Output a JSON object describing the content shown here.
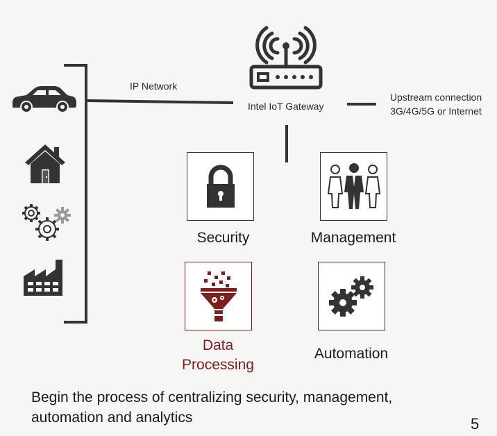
{
  "network_label": "IP Network",
  "gateway_label": "Intel IoT Gateway",
  "upstream": {
    "line1": "Upstream connection",
    "line2": "3G/4G/5G or Internet"
  },
  "devices": {
    "icons": [
      "car-icon",
      "house-icon",
      "gears-icon",
      "factory-icon"
    ]
  },
  "functions": {
    "security": "Security",
    "management": "Management",
    "data_processing_line1": "Data",
    "data_processing_line2": "Processing",
    "automation": "Automation"
  },
  "colors": {
    "icon": "#333333",
    "accent": "#7b1f1f"
  },
  "caption": {
    "line1": "Begin the process of centralizing security, management,",
    "line2": "automation and analytics"
  },
  "page_number": "5"
}
